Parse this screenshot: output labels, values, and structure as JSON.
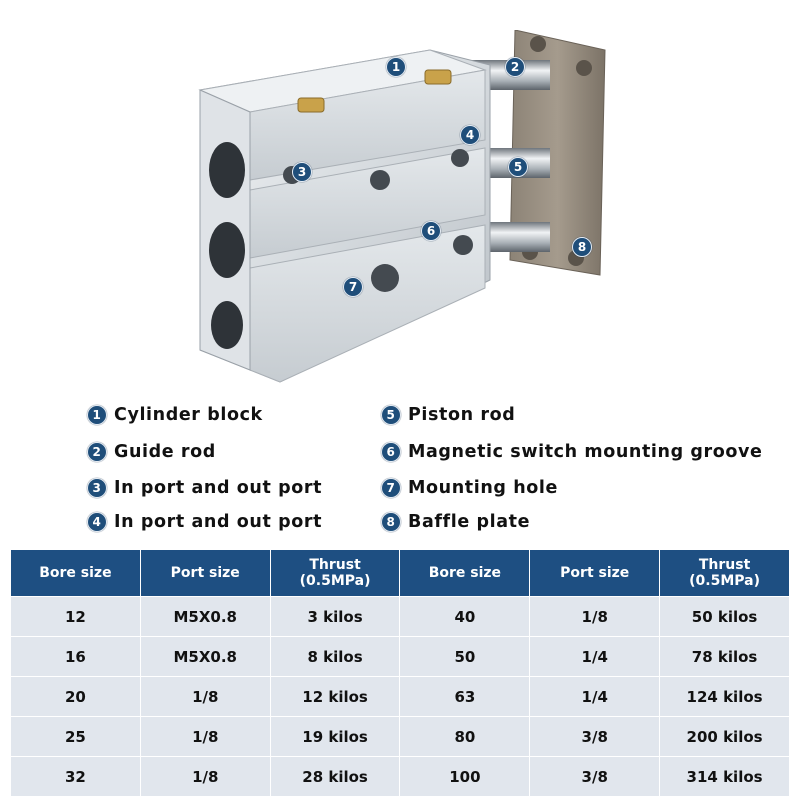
{
  "callouts": [
    "1",
    "2",
    "3",
    "4",
    "5",
    "6",
    "7",
    "8"
  ],
  "legend": [
    {
      "num": "1",
      "label": "Cylinder block"
    },
    {
      "num": "2",
      "label": "Guide rod"
    },
    {
      "num": "3",
      "label": "In port and out port"
    },
    {
      "num": "4",
      "label": "In port and out port"
    },
    {
      "num": "5",
      "label": "Piston rod"
    },
    {
      "num": "6",
      "label": "Magnetic switch mounting groove"
    },
    {
      "num": "7",
      "label": "Mounting hole"
    },
    {
      "num": "8",
      "label": "Baffle plate"
    }
  ],
  "table": {
    "headers": [
      {
        "line1": "Bore size",
        "line2": ""
      },
      {
        "line1": "Port size",
        "line2": ""
      },
      {
        "line1": "Thrust",
        "line2": "(0.5MPa)"
      },
      {
        "line1": "Bore size",
        "line2": ""
      },
      {
        "line1": "Port size",
        "line2": ""
      },
      {
        "line1": "Thrust",
        "line2": "(0.5MPa)"
      }
    ],
    "rows": [
      [
        "12",
        "M5X0.8",
        "3 kilos",
        "40",
        "1/8",
        "50 kilos"
      ],
      [
        "16",
        "M5X0.8",
        "8 kilos",
        "50",
        "1/4",
        "78 kilos"
      ],
      [
        "20",
        "1/8",
        "12 kilos",
        "63",
        "1/4",
        "124 kilos"
      ],
      [
        "25",
        "1/8",
        "19 kilos",
        "80",
        "3/8",
        "200 kilos"
      ],
      [
        "32",
        "1/8",
        "28 kilos",
        "100",
        "3/8",
        "314 kilos"
      ]
    ]
  },
  "colors": {
    "header_bg": "#1e4f82",
    "cell_bg": "#e1e6ed",
    "badge": "#1f4e7a"
  }
}
